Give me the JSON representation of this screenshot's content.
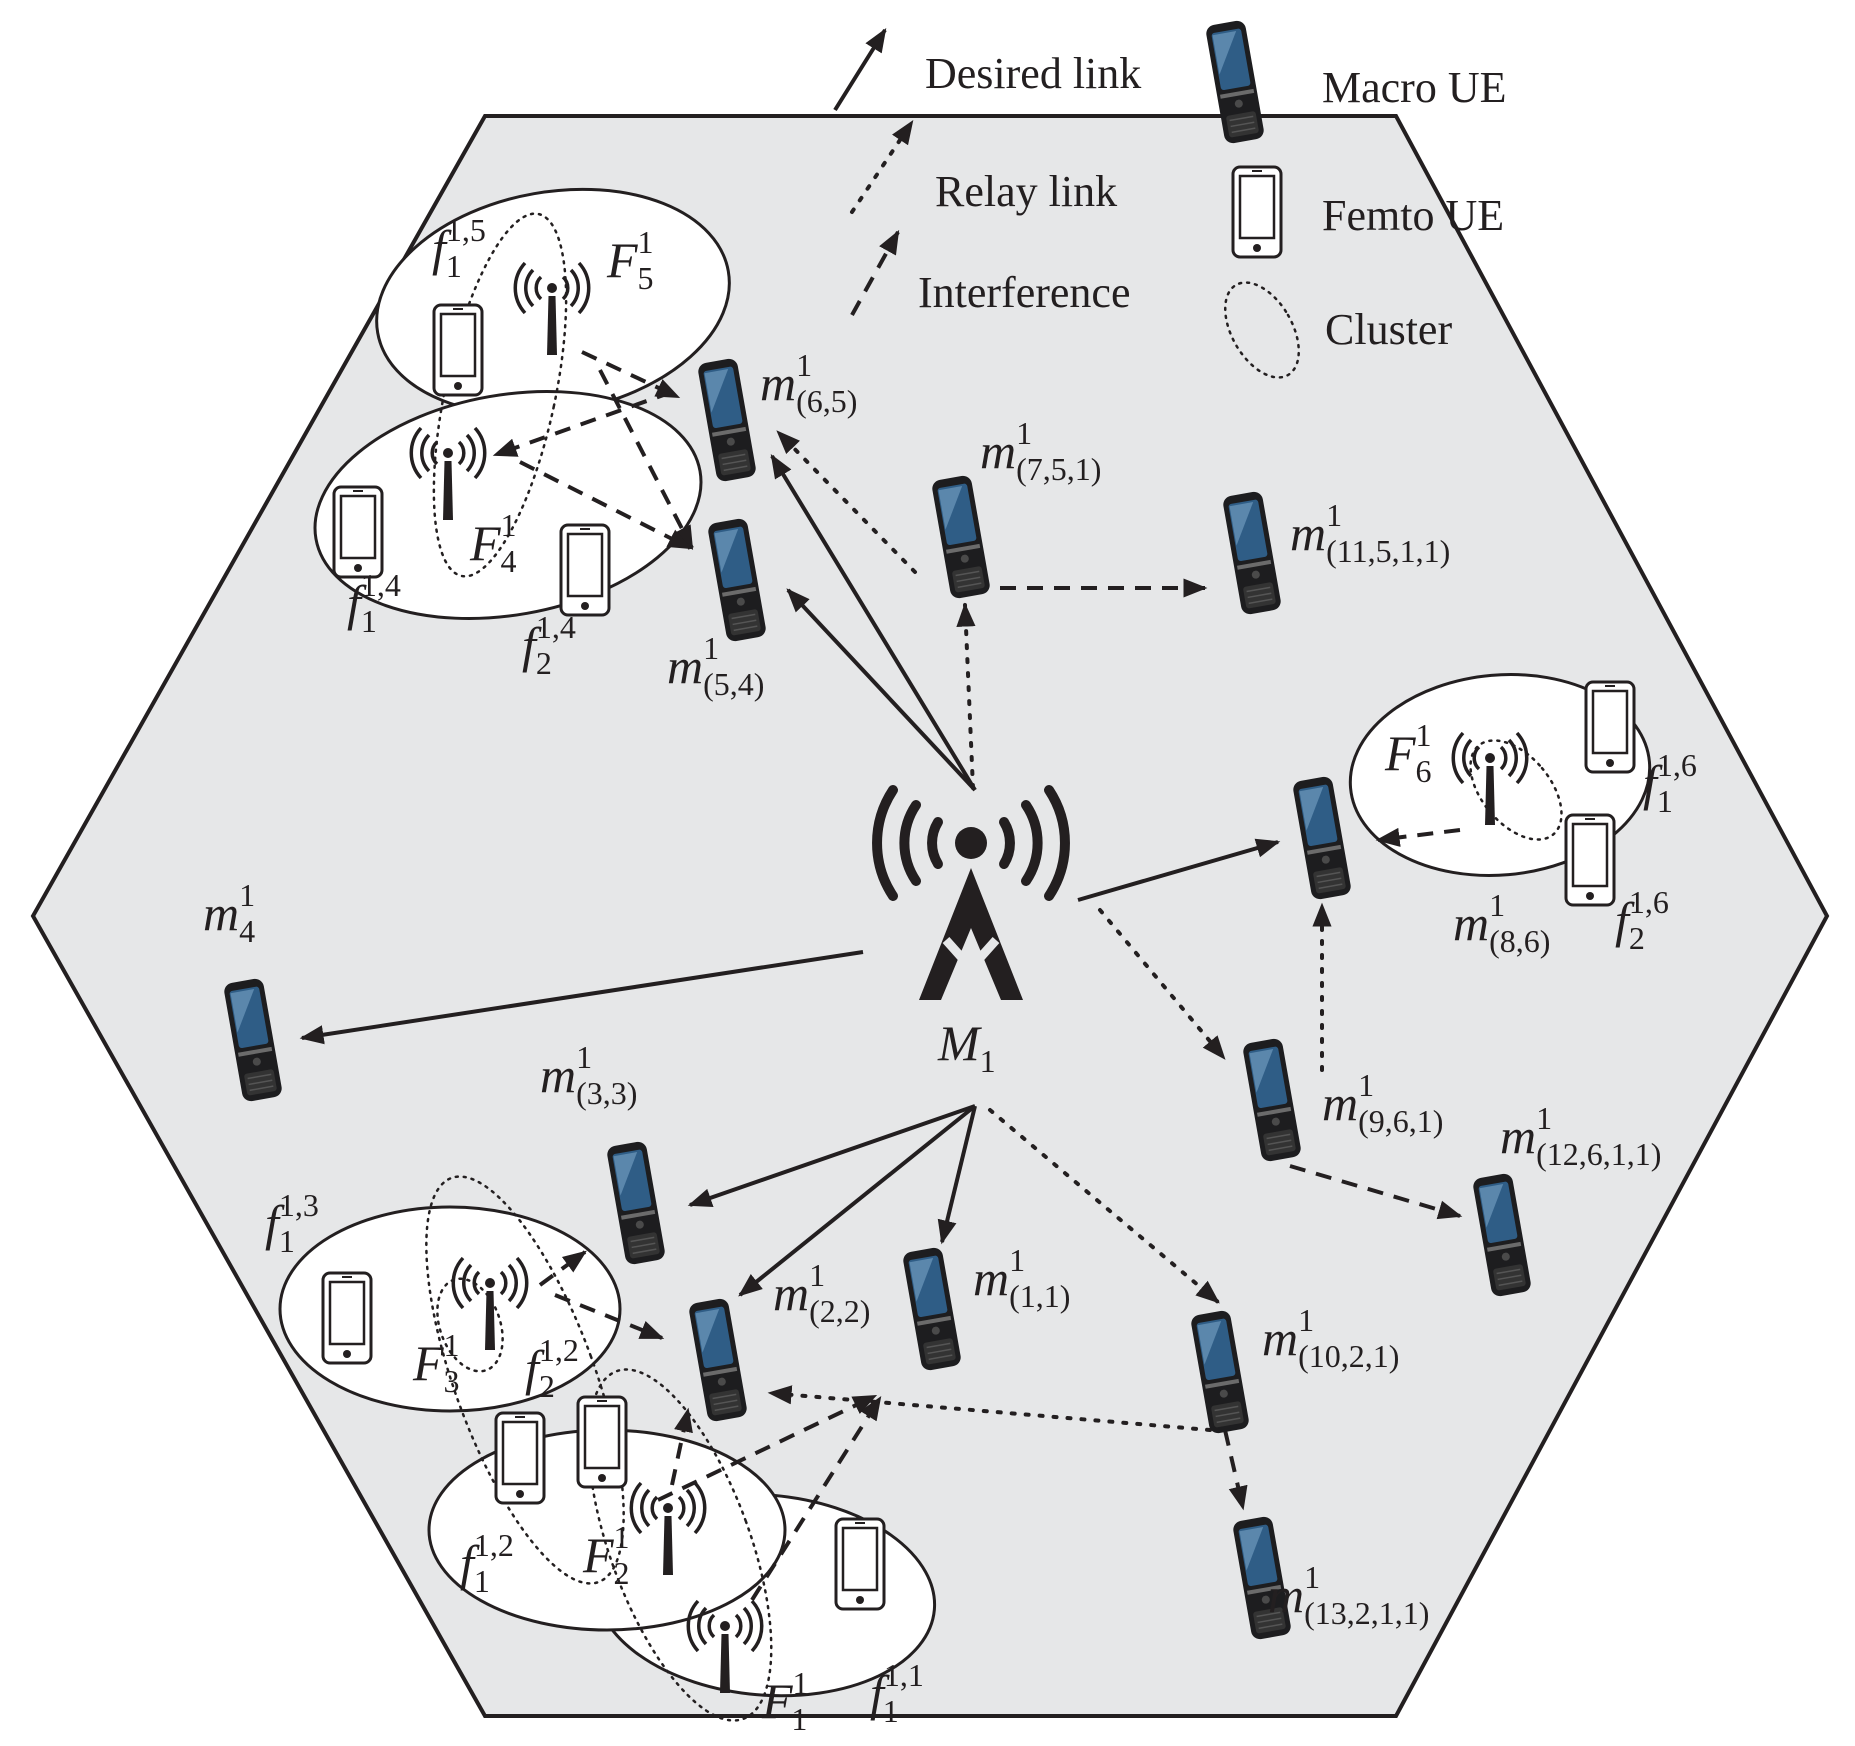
{
  "legend": {
    "desired_link": "Desired link",
    "relay_link": "Relay link",
    "interference": "Interference",
    "macro_ue": "Macro UE",
    "femto_ue": "Femto UE",
    "cluster": "Cluster"
  },
  "macro_bs": {
    "main": "M",
    "sub": "1"
  },
  "macro_ues": {
    "m4": {
      "main": "m",
      "sup": "1",
      "sub": "4"
    },
    "m65": {
      "main": "m",
      "sup": "1",
      "sub": "(6,5)"
    },
    "m54": {
      "main": "m",
      "sup": "1",
      "sub": "(5,4)"
    },
    "m751": {
      "main": "m",
      "sup": "1",
      "sub": "(7,5,1)"
    },
    "m11511": {
      "main": "m",
      "sup": "1",
      "sub": "(11,5,1,1)"
    },
    "m86": {
      "main": "m",
      "sup": "1",
      "sub": "(8,6)"
    },
    "m961": {
      "main": "m",
      "sup": "1",
      "sub": "(9,6,1)"
    },
    "m12611": {
      "main": "m",
      "sup": "1",
      "sub": "(12,6,1,1)"
    },
    "m33": {
      "main": "m",
      "sup": "1",
      "sub": "(3,3)"
    },
    "m22": {
      "main": "m",
      "sup": "1",
      "sub": "(2,2)"
    },
    "m11": {
      "main": "m",
      "sup": "1",
      "sub": "(1,1)"
    },
    "m1021": {
      "main": "m",
      "sup": "1",
      "sub": "(10,2,1)"
    },
    "m13211": {
      "main": "m",
      "sup": "1",
      "sub": "(13,2,1,1)"
    }
  },
  "femto_bs": {
    "F5": {
      "main": "F",
      "sup": "1",
      "sub": "5"
    },
    "F4": {
      "main": "F",
      "sup": "1",
      "sub": "4"
    },
    "F6": {
      "main": "F",
      "sup": "1",
      "sub": "6"
    },
    "F3": {
      "main": "F",
      "sup": "1",
      "sub": "3"
    },
    "F2": {
      "main": "F",
      "sup": "1",
      "sub": "2"
    },
    "F1": {
      "main": "F",
      "sup": "1",
      "sub": "1"
    }
  },
  "femto_ues": {
    "f15": {
      "main": "f",
      "sup": "1,5",
      "sub": "1"
    },
    "f14": {
      "main": "f",
      "sup": "1,4",
      "sub": "1"
    },
    "f24": {
      "main": "f",
      "sup": "1,4",
      "sub": "2"
    },
    "f16": {
      "main": "f",
      "sup": "1,6",
      "sub": "1"
    },
    "f26": {
      "main": "f",
      "sup": "1,6",
      "sub": "2"
    },
    "f13": {
      "main": "f",
      "sup": "1,3",
      "sub": "1"
    },
    "f22": {
      "main": "f",
      "sup": "1,2",
      "sub": "2"
    },
    "f12": {
      "main": "f",
      "sup": "1,2",
      "sub": "1"
    },
    "f11": {
      "main": "f",
      "sup": "1,1",
      "sub": "1"
    }
  },
  "colors": {
    "cell_fill": "#e6e7e8",
    "stroke": "#231f20",
    "femto_cell_fill": "#ffffff",
    "phone_screen": "#2f5d86",
    "phone_body": "#1d1d1f"
  }
}
